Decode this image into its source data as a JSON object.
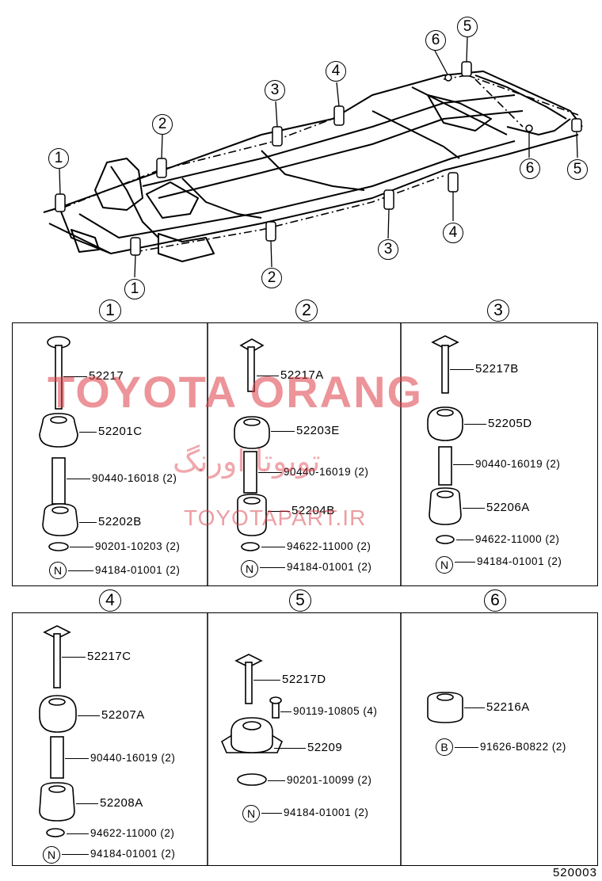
{
  "callouts": {
    "frame": [
      "1",
      "1",
      "2",
      "2",
      "3",
      "3",
      "4",
      "4",
      "5",
      "5",
      "6",
      "6"
    ],
    "panels": [
      "1",
      "2",
      "3",
      "4",
      "5",
      "6"
    ]
  },
  "panel1": {
    "labels": [
      "52217",
      "52201C",
      "90440-16018 (2)",
      "52202B",
      "90201-10203 (2)",
      "94184-01001 (2)"
    ],
    "n_letter": "N"
  },
  "panel2": {
    "labels": [
      "52217A",
      "52203E",
      "90440-16019 (2)",
      "52204B",
      "94622-11000 (2)",
      "94184-01001 (2)"
    ],
    "n_letter": "N"
  },
  "panel3": {
    "labels": [
      "52217B",
      "52205D",
      "90440-16019 (2)",
      "52206A",
      "94622-11000 (2)",
      "94184-01001 (2)"
    ],
    "n_letter": "N"
  },
  "panel4": {
    "labels": [
      "52217C",
      "52207A",
      "90440-16019 (2)",
      "52208A",
      "94622-11000 (2)",
      "94184-01001 (2)"
    ],
    "n_letter": "N"
  },
  "panel5": {
    "labels": [
      "52217D",
      "90119-10805 (4)",
      "52209",
      "90201-10099 (2)",
      "94184-01001 (2)"
    ],
    "n_letter": "N"
  },
  "panel6": {
    "labels": [
      "52216A",
      "91626-B0822 (2)"
    ],
    "b_letter": "B"
  },
  "watermark": {
    "en": "TOYOTA ORANG",
    "fa": "تویوتا اورنگ",
    "url": "TOYOTAPART.IR"
  },
  "diagram_code": "520003"
}
